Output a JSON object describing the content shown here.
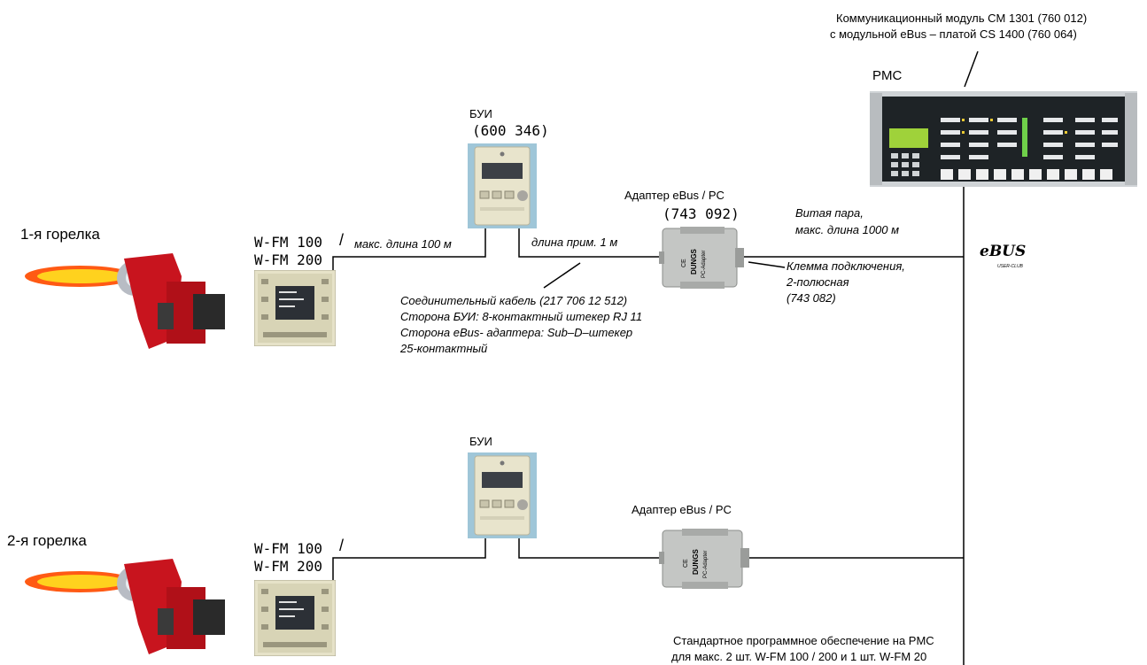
{
  "pmc": {
    "module_line1": "Коммуникационный модуль CM 1301 (760 012)",
    "module_line2": "с модульной eBus – платой CS 1400 (760 064)",
    "label": "PMC"
  },
  "bui1": {
    "label": "БУИ",
    "code": "(600 346)"
  },
  "bui2": {
    "label": "БУИ"
  },
  "adapter1": {
    "label": "Адаптер eBus / PC",
    "code": "(743 092)"
  },
  "adapter2": {
    "label": "Адаптер eBus / PC"
  },
  "burner1": {
    "label": "1-я горелка",
    "model1": "W-FM 100",
    "model2": "W-FM 200",
    "slash": "/"
  },
  "burner2": {
    "label": "2-я горелка",
    "model1": "W-FM 100",
    "model2": "W-FM 200",
    "slash": "/"
  },
  "notes": {
    "max_len_100": "макс. длина 100 м",
    "len_approx_1": "длина прим. 1 м",
    "twisted_pair_1": "Витая пара,",
    "twisted_pair_2": "макс. длина 1000 м",
    "terminal_1": "Клемма подключения,",
    "terminal_2": "2-полюсная",
    "terminal_3": "(743 082)",
    "cable_1": "Соединительный кабель (217 706 12 512)",
    "cable_2": "Сторона БУИ: 8-контактный штекер RJ 11",
    "cable_3": "Сторона eBus- адаптера: Sub–D–штекер",
    "cable_4": "25-контактный",
    "software_1": "Стандартное программное обеспечение на PMC",
    "software_2": "для макс. 2 шт. W-FM  100 / 200 и 1 шт. W-FM 20"
  },
  "ebus_logo": {
    "text": "eBUS",
    "sub": "USER-CLUB"
  },
  "adapter_brand": {
    "text": "DUNGS",
    "sub": "PC-Adapter",
    "ce": "CE"
  },
  "colors": {
    "line": "#000000",
    "burner_red": "#c8141e",
    "flame_yellow": "#ffd21e",
    "flame_orange": "#ff5a14",
    "panel_beige": "#e6e2c8",
    "bui_body": "#e8e4cc",
    "bui_bg": "#9fc6d8",
    "pmc_body": "#1e2326",
    "adapter_gray": "#c4c6c4"
  }
}
